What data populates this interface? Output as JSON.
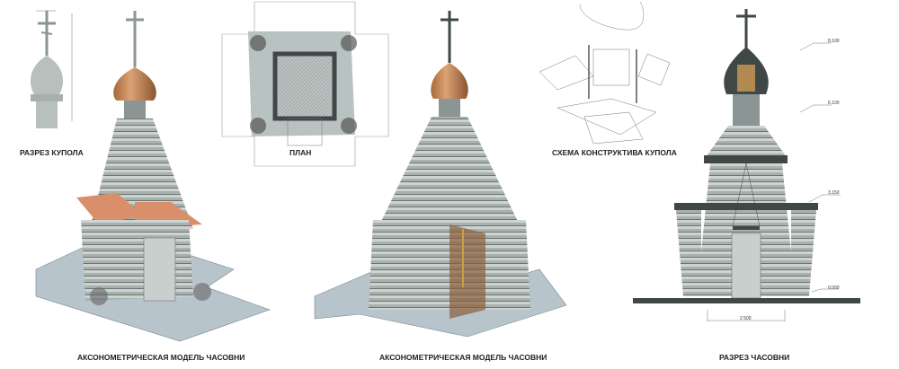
{
  "sheet": {
    "captions": {
      "dome_section": "РАЗРЕЗ КУПОЛА",
      "plan": "ПЛАН",
      "axonometric_1": "АКСОНОМЕТРИЧЕСКАЯ МОДЕЛЬ ЧАСОВНИ",
      "axonometric_2": "АКСОНОМЕТРИЧЕСКАЯ МОДЕЛЬ ЧАСОВНИ",
      "dome_structure": "СХЕМА КОНСТРУКТИВА КУПОЛА",
      "chapel_section": "РАЗРЕЗ ЧАСОВНИ"
    },
    "section_levels": [
      "8.100",
      "6.100",
      "3.150",
      "0.000"
    ],
    "section_width_dim": "2 500",
    "colors": {
      "dome": "#c98a55",
      "roof": "#d9906a",
      "logs": "#9aa3a0",
      "dark": "#3f4747",
      "base": "#b8c4cc"
    }
  }
}
